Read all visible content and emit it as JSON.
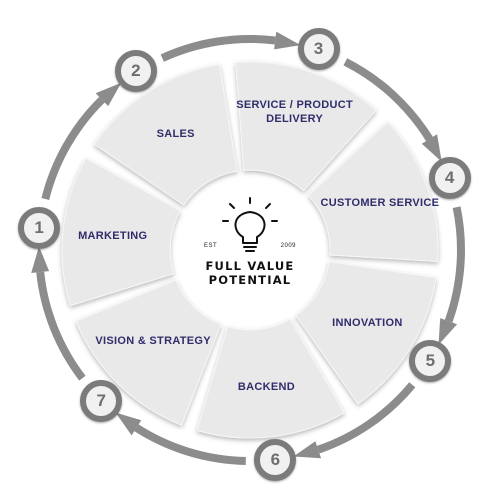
{
  "center": {
    "est_label": "EST",
    "year": "2009",
    "title_line1": "FULL VALUE",
    "title_line2": "POTENTIAL",
    "icon": "lightbulb-icon"
  },
  "segments": [
    {
      "number": "1",
      "label": "MARKETING"
    },
    {
      "number": "2",
      "label": "SALES"
    },
    {
      "number": "3",
      "label": "SERVICE / PRODUCT DELIVERY"
    },
    {
      "number": "4",
      "label": "CUSTOMER SERVICE"
    },
    {
      "number": "5",
      "label": "INNOVATION"
    },
    {
      "number": "6",
      "label": "BACKEND"
    },
    {
      "number": "7",
      "label": "VISION & STRATEGY"
    }
  ],
  "colors": {
    "label_text": "#2f2d6b",
    "segment_fill": "#e9e9e9",
    "ring": "#8c8c8c",
    "badge_border": "#7b7b7b"
  }
}
